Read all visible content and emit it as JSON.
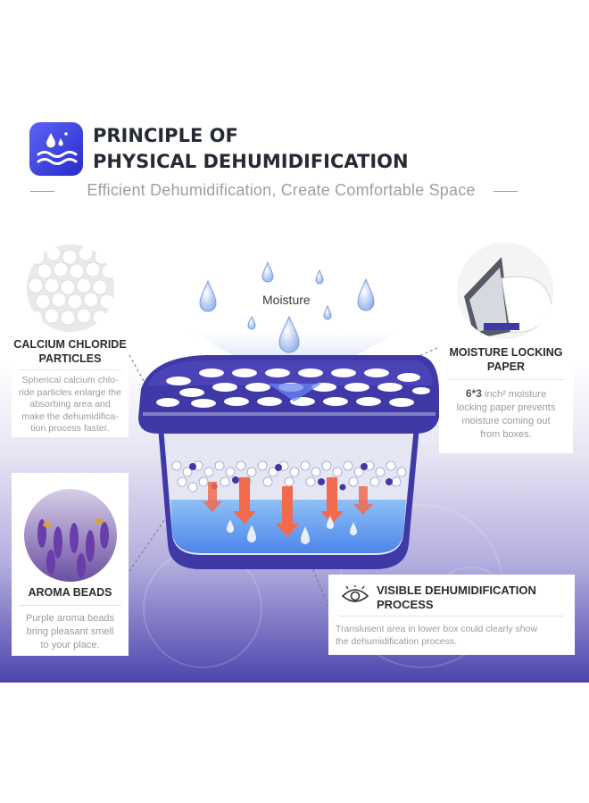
{
  "header": {
    "title": "PRINCIPLE OF\nPHYSICAL DEHUMIDIFICATION",
    "subtitle": "Efficient Dehumidification, Create Comfortable Space",
    "logo_icon": "water-drops-waves-icon"
  },
  "diagram": {
    "moisture_label": "Moisture"
  },
  "features": {
    "calcium": {
      "title": "CALCIUM CHLORIDE\nPARTICLES",
      "desc": "Spherical calcium chlo-\nride particles enlarge the\nabsorbing area and\nmake the dehumidifica-\ntion process faster."
    },
    "paper": {
      "title": "MOISTURE LOCKING\nPAPER",
      "size_bold": "6*3",
      "desc": " inch² moisture\nlocking paper prevents\nmoisture coming out\nfrom boxes."
    },
    "aroma": {
      "title": "AROMA BEADS",
      "desc": "Purple aroma beads\nbring pleasant smell\nto your place."
    },
    "visible": {
      "title": "VISIBLE DEHUMIDIFICATION\nPROCESS",
      "desc": "Translusent area in lower box could clearly show\nthe dehumidification process.",
      "icon": "eye-icon"
    }
  },
  "colors": {
    "brand_purple": "#3d38a8",
    "accent_blue": "#5b63f6",
    "arrow_orange": "#f26a4e",
    "water_blue": "#7fb4f2"
  }
}
